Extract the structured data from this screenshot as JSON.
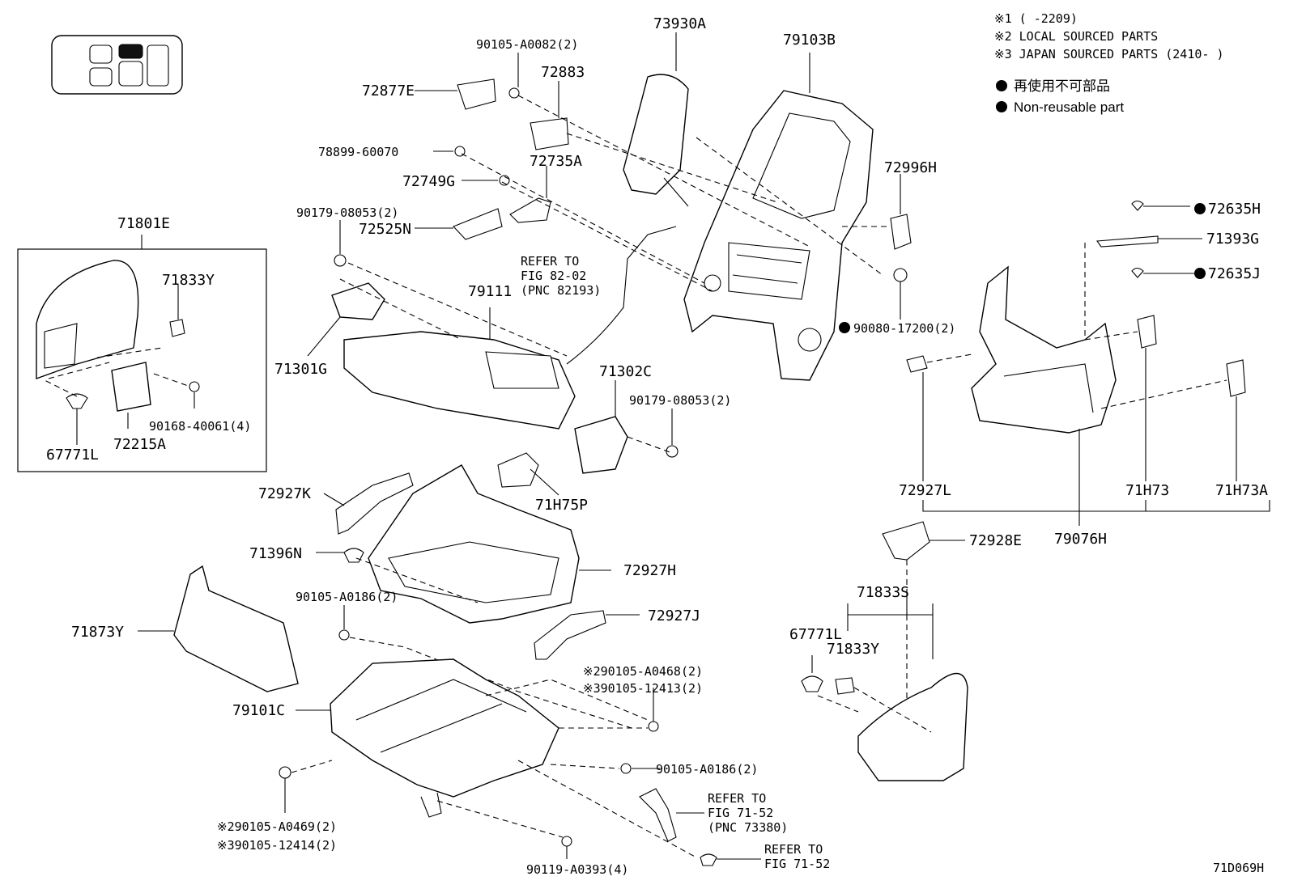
{
  "notes": {
    "note1": "※1 (      -2209)",
    "note2": "※2 LOCAL SOURCED PARTS",
    "note3": "※3 JAPAN SOURCED PARTS (2410-    )",
    "legend_ja": "再使用不可部品",
    "legend_en": "Non-reusable part"
  },
  "diagram_id": "71D069H",
  "labels": {
    "p73930A": "73930A",
    "p79103B": "79103B",
    "p90105A0082": "90105-A0082(2)",
    "p72883": "72883",
    "p72877E": "72877E",
    "p78899": "78899-60070",
    "p72735A": "72735A",
    "p72749G": "72749G",
    "p72996H": "72996H",
    "p90179a": "90179-08053(2)",
    "p72525N": "72525N",
    "ref1a": "REFER TO",
    "ref1b": "FIG 82-02",
    "ref1c": "(PNC 82193)",
    "p79111": "79111",
    "p71801E": "71801E",
    "p71833Y": "71833Y",
    "p71301G": "71301G",
    "p90168": "90168-40061(4)",
    "p72215A": "72215A",
    "p67771L": "67771L",
    "p71302C": "71302C",
    "p90179b": "90179-08053(2)",
    "p90080": "90080-17200(2)",
    "p72635H": "72635H",
    "p71393G": "71393G",
    "p72635J": "72635J",
    "p72927L": "72927L",
    "p71H73": "71H73",
    "p71H73A": "71H73A",
    "p79076H": "79076H",
    "p72928E": "72928E",
    "p72927K": "72927K",
    "p71H75P": "71H75P",
    "p71396N": "71396N",
    "p72927H": "72927H",
    "p90105A0186a": "90105-A0186(2)",
    "p71873Y": "71873Y",
    "p72927J": "72927J",
    "p71833S": "71833S",
    "p67771L2": "67771L",
    "p71833Y2": "71833Y",
    "p90105A0468": "※290105-A0468(2)",
    "p90105_12413": "※390105-12413(2)",
    "p79101C": "79101C",
    "p90105A0186b": "90105-A0186(2)",
    "ref2a": "REFER TO",
    "ref2b": "FIG 71-52",
    "ref2c": "(PNC 73380)",
    "p90105A0469": "※290105-A0469(2)",
    "p90105_12414": "※390105-12414(2)",
    "ref3a": "REFER TO",
    "ref3b": "FIG 71-52",
    "p90119": "90119-A0393(4)"
  }
}
